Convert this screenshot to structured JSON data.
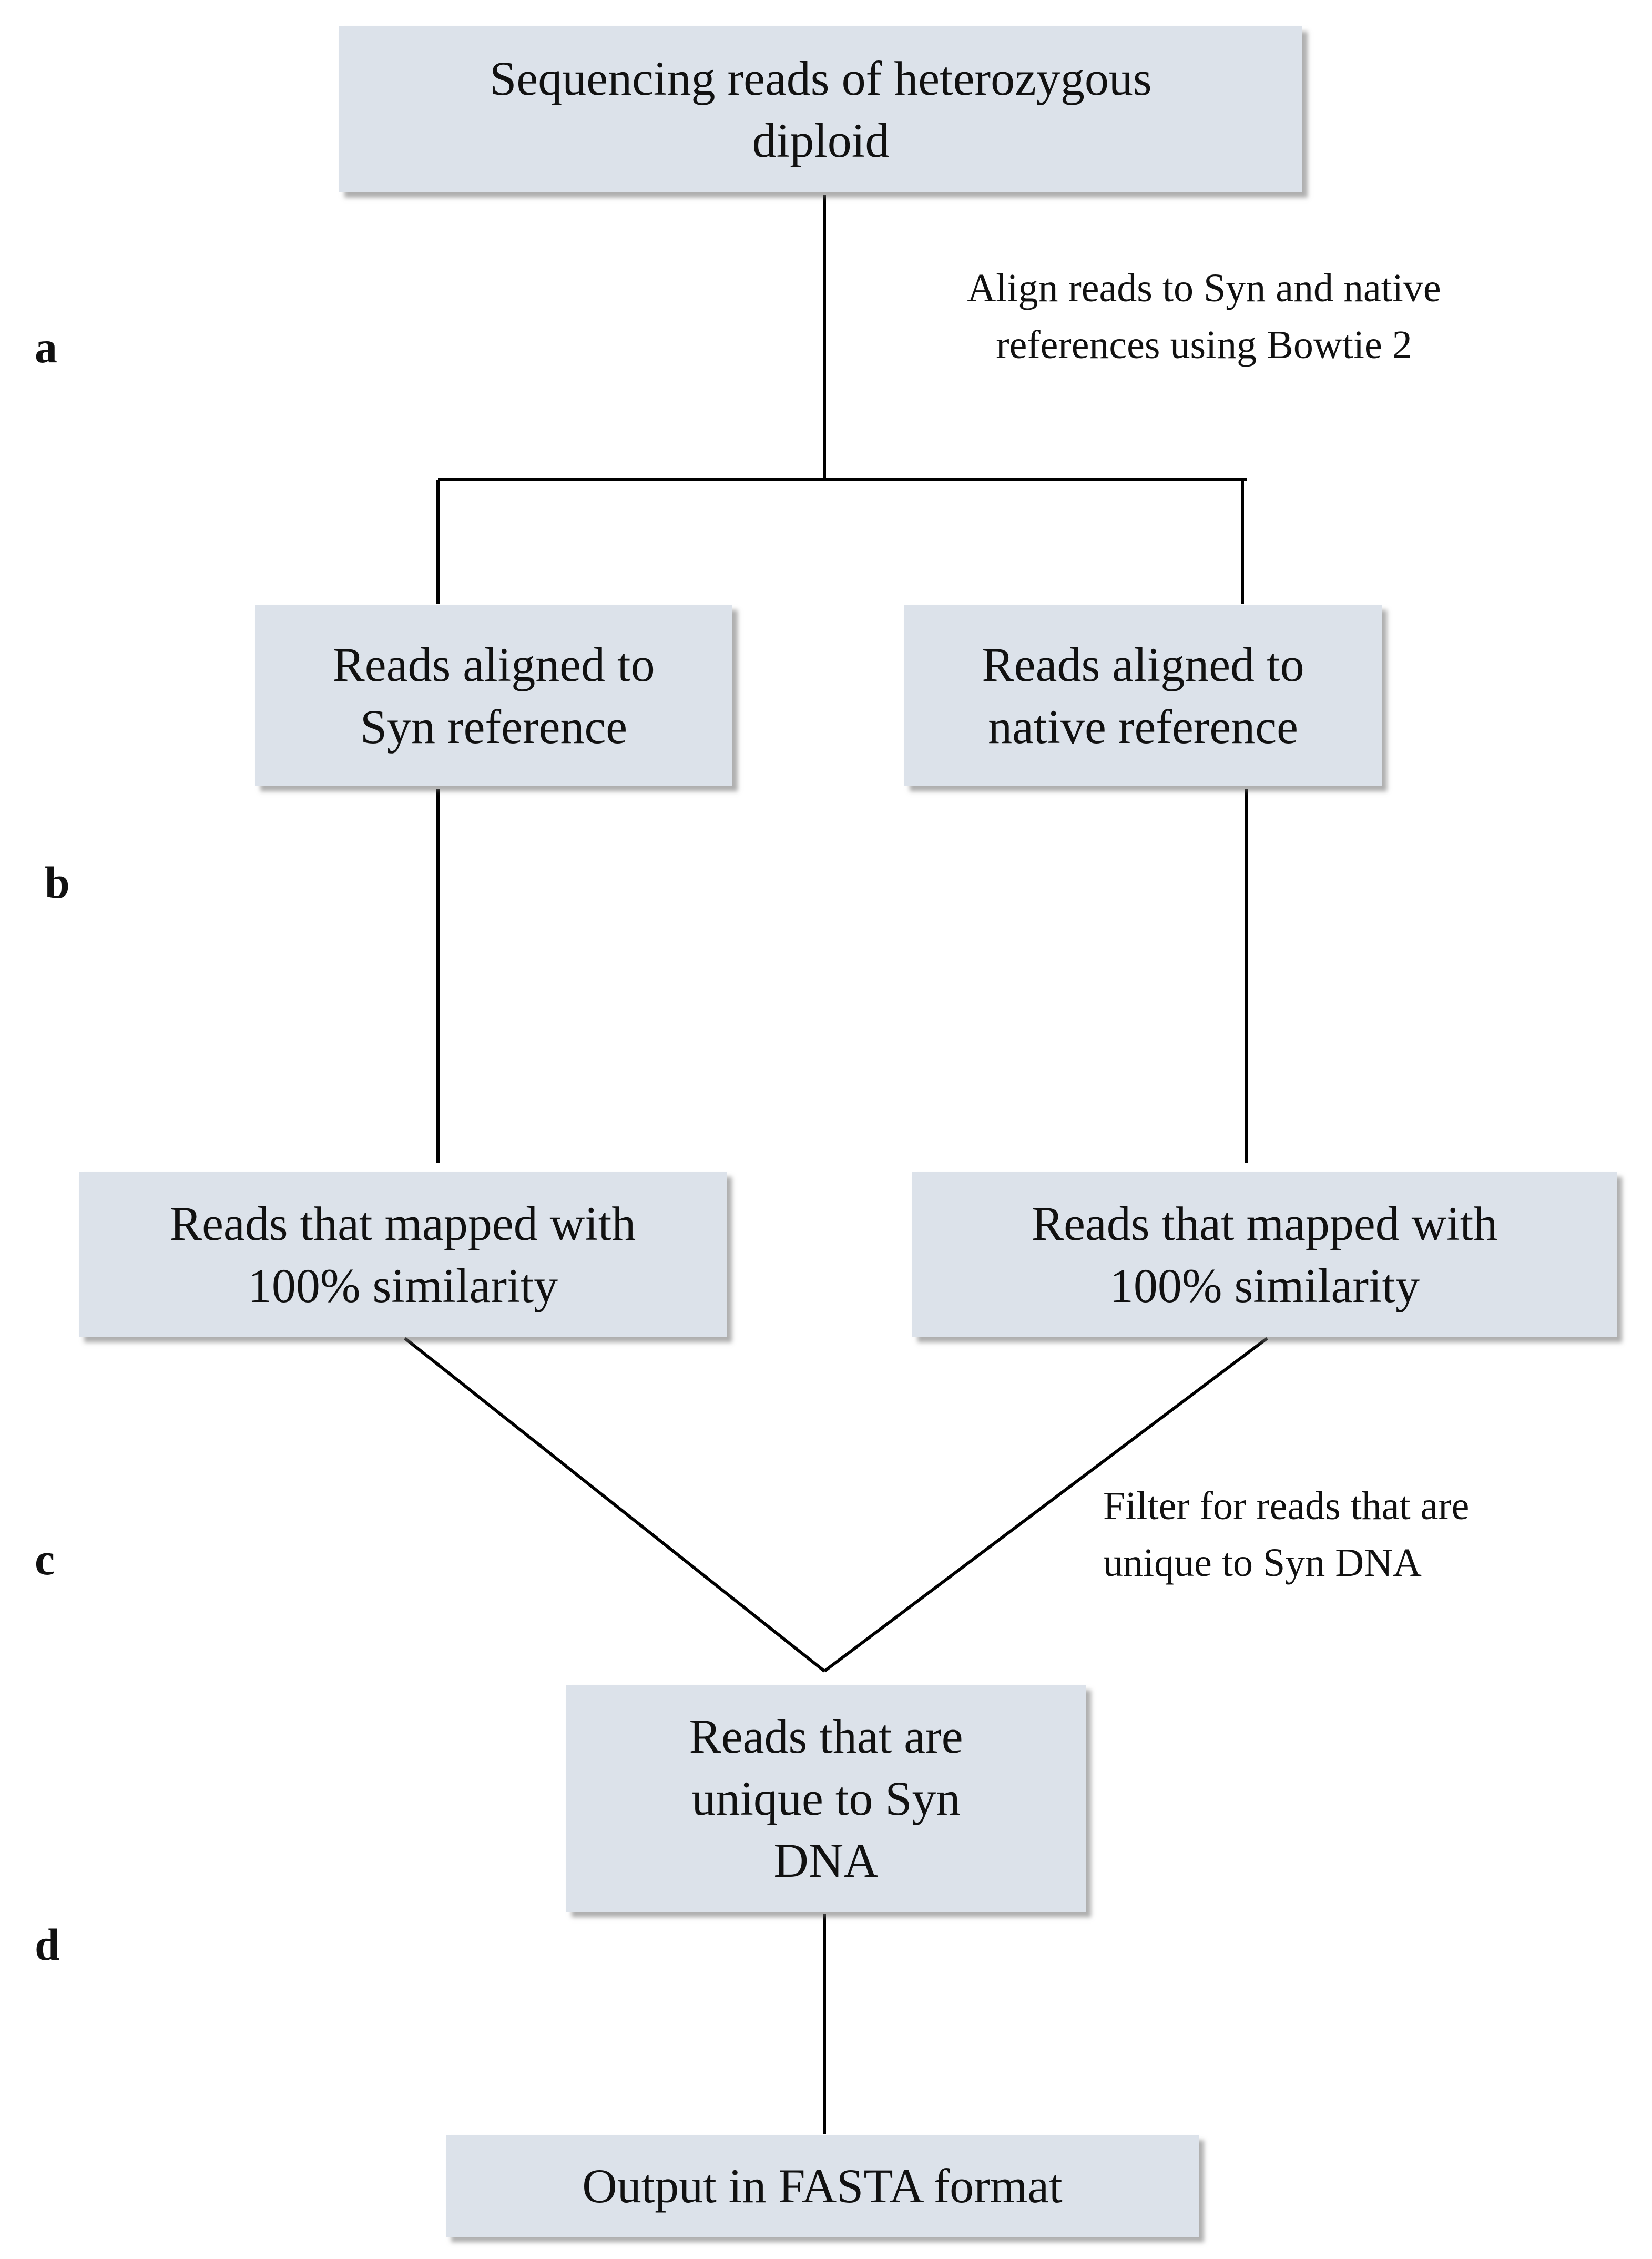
{
  "boxes": {
    "start": "Sequencing reads of heterozygous\ndiploid",
    "syn_aligned": "Reads aligned to\nSyn reference",
    "native_aligned": "Reads aligned to\nnative reference",
    "syn_mapped": "Reads that mapped with\n100% similarity",
    "native_mapped": "Reads that mapped with\n100% similarity",
    "unique": "Reads that are\nunique to Syn\nDNA",
    "output": "Output in FASTA format"
  },
  "notes": {
    "align": "Align reads to Syn and native\nreferences using Bowtie 2",
    "filter": "Filter for reads that are\nunique to Syn DNA"
  },
  "steps": {
    "a": "a",
    "b": "b",
    "c": "c",
    "d": "d"
  }
}
